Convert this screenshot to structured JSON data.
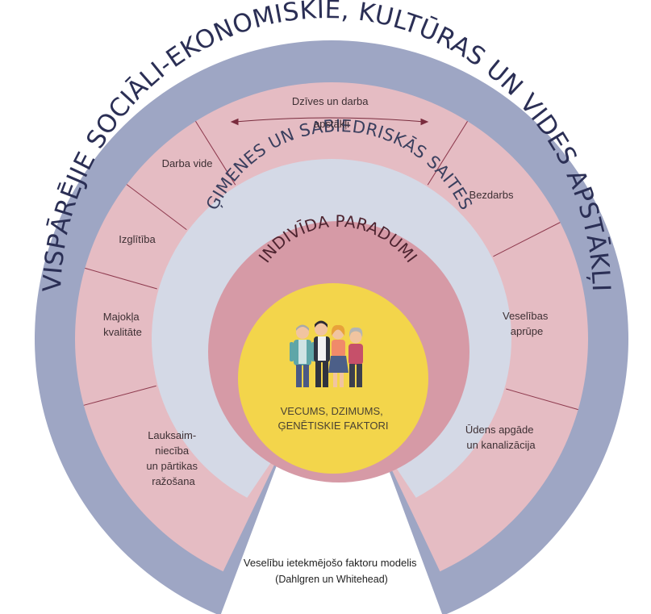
{
  "colors": {
    "outer_ring": "#9ea6c4",
    "segment_band": "#e5bcc3",
    "family_ring": "#d4d9e6",
    "individual_ring": "#d69aa6",
    "core": "#f3d54b",
    "divider": "#8e3a4e",
    "background": "#ffffff"
  },
  "rings": {
    "outer_title": "VISPĀRĒJIE SOCIĀLI-EKONOMISKIE, KULTŪRAS UN VIDES APSTĀKĻI",
    "family_title": "ĢIMENES UN SABIEDRISKĀS SAITES",
    "individual_title": "INDIVĪDA PARADUMI"
  },
  "segments": [
    {
      "lines": [
        "Lauksaim-",
        "niecība",
        "un pārtikas",
        "ražošana"
      ]
    },
    {
      "lines": [
        "Majokļa",
        "kvalitāte"
      ]
    },
    {
      "lines": [
        "Izglītība"
      ]
    },
    {
      "lines": [
        "Darba vide"
      ]
    },
    {
      "lines": [
        "Dzīves un darba",
        "apstākļi"
      ]
    },
    {
      "lines": [
        "Bezdarbs"
      ]
    },
    {
      "lines": [
        "Veselības",
        "aprūpe"
      ]
    },
    {
      "lines": [
        "Ūdens apgāde",
        "un kanalizācija"
      ]
    }
  ],
  "core": {
    "icon": "family-people-icon",
    "line1": "VECUMS, DZIMUMS,",
    "line2": "ĢENĒTISKIE FAKTORI"
  },
  "caption": {
    "line1": "Veselību ietekmējošo faktoru modelis",
    "line2": "(Dahlgren un Whitehead)"
  }
}
